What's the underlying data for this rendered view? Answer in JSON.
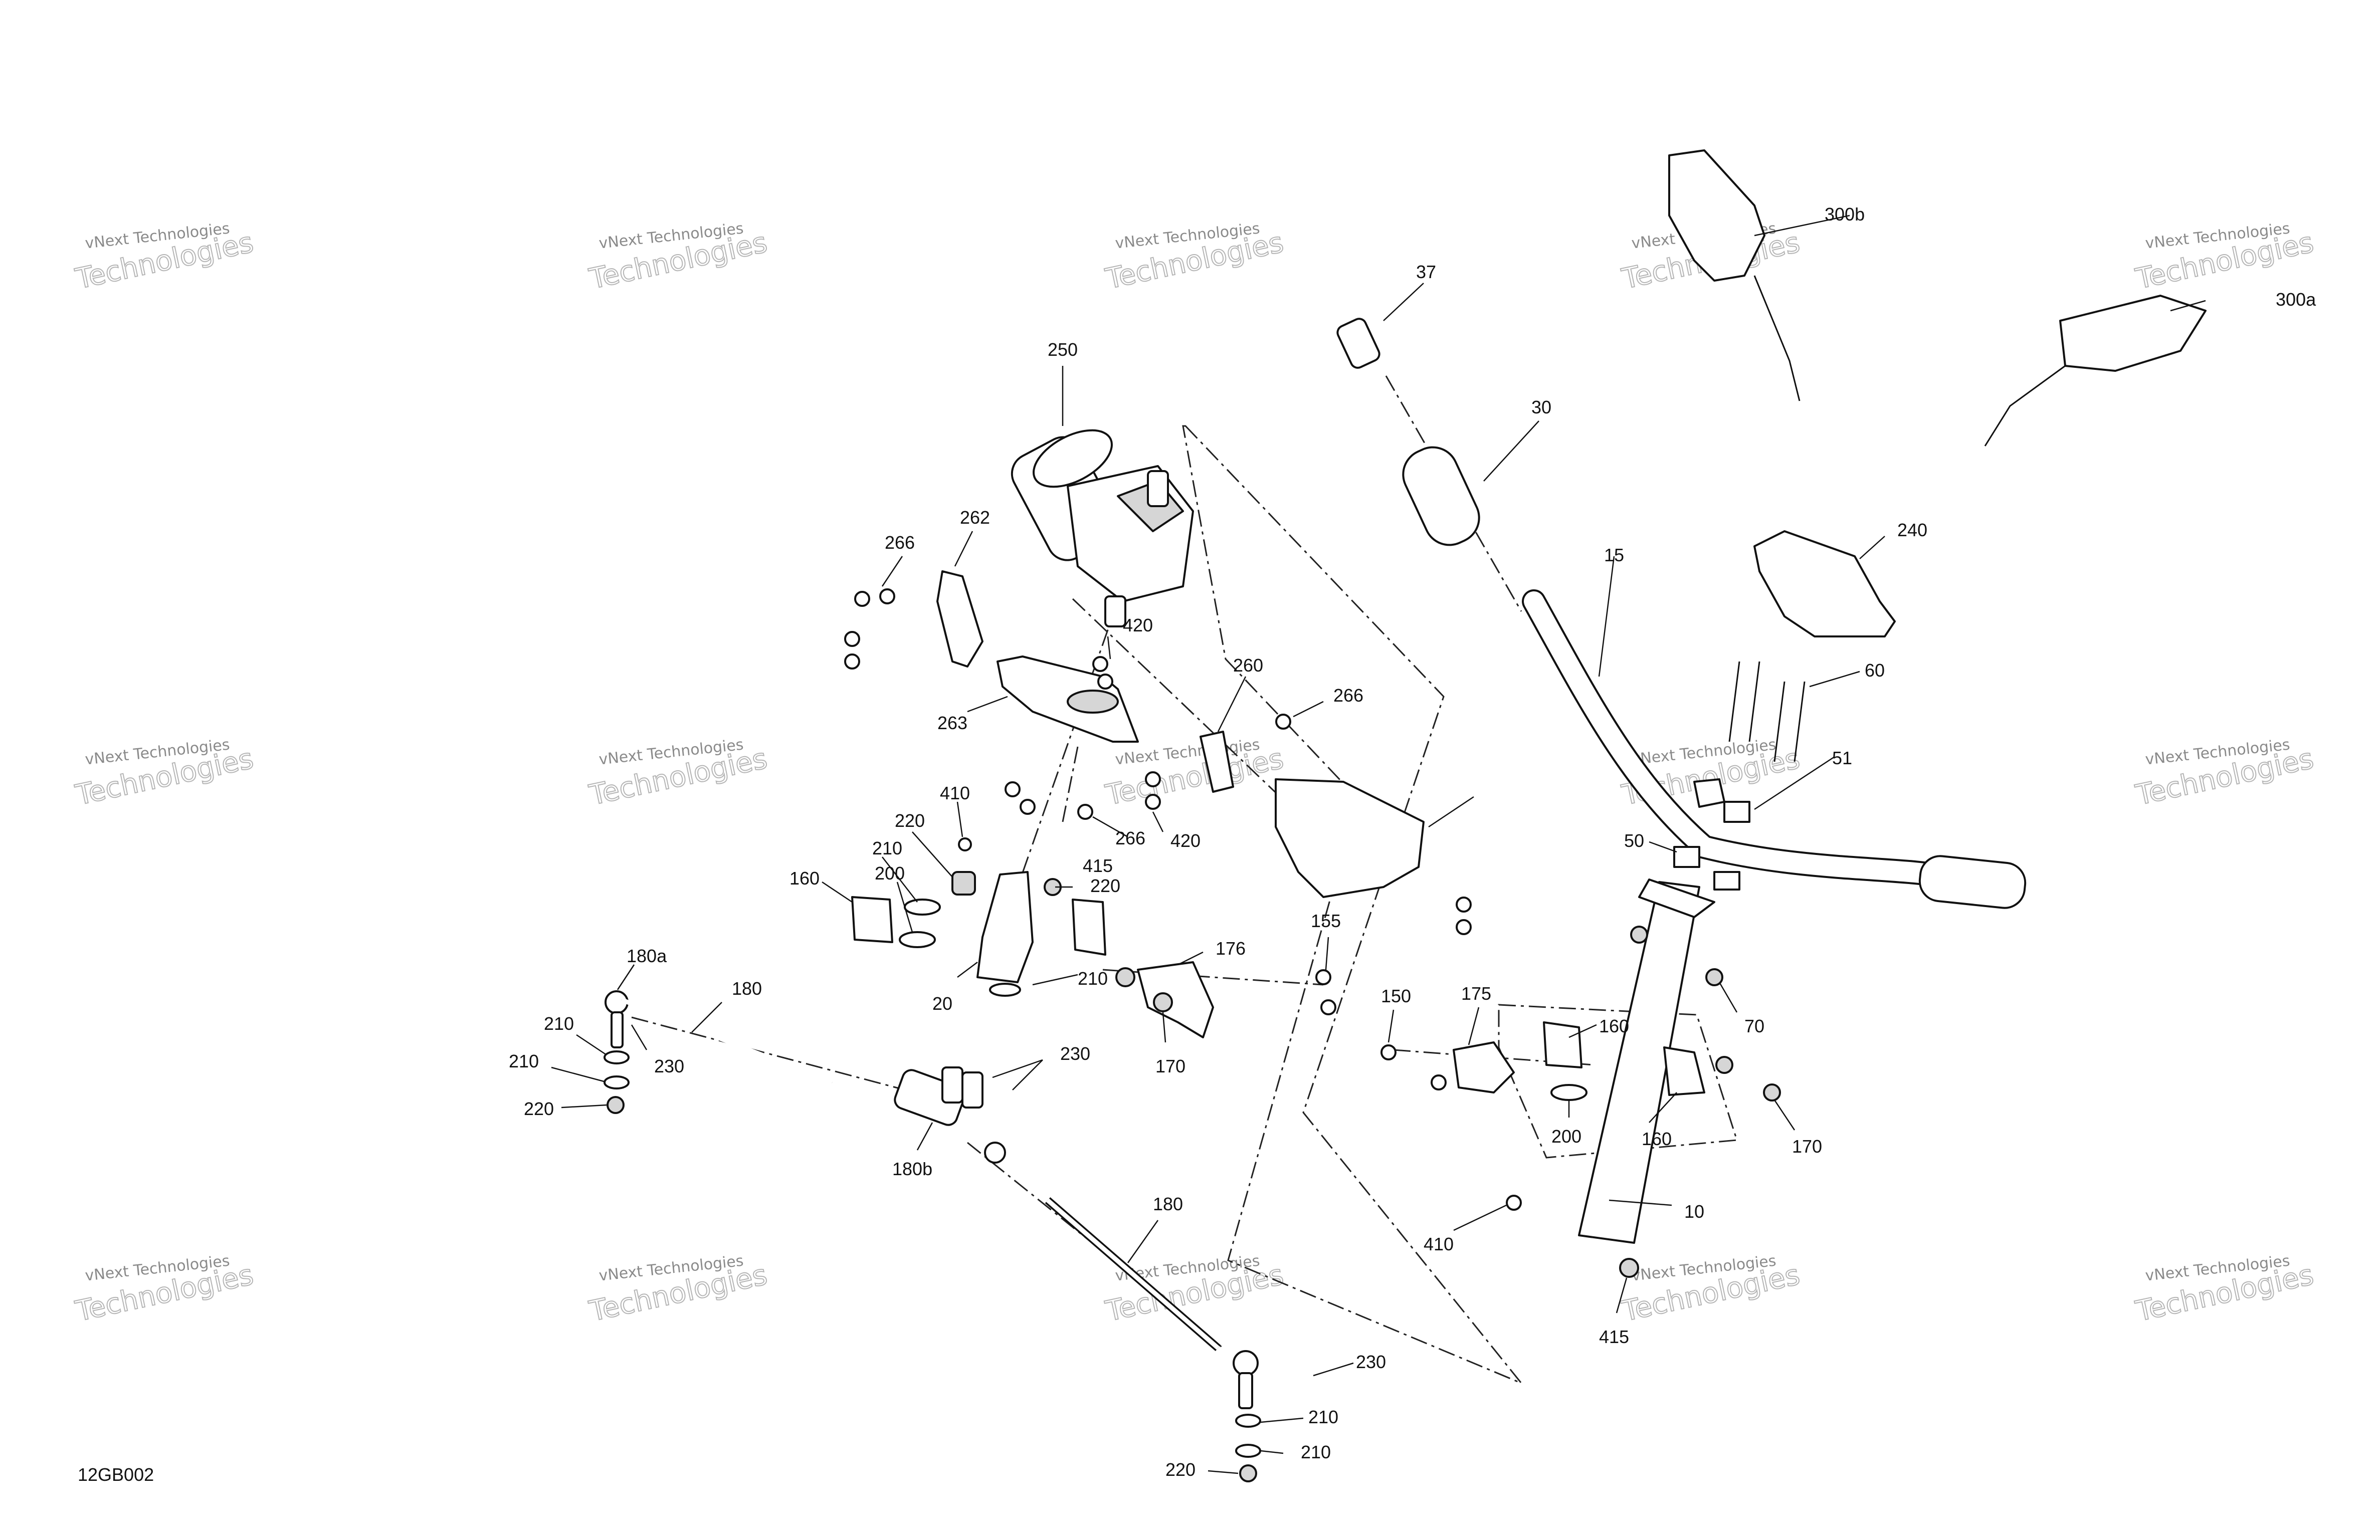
{
  "figure_code": "12GB002",
  "watermark": {
    "line1": "vNext Technologies",
    "line2": "Technologies"
  },
  "callouts": [
    "250",
    "266",
    "262",
    "420",
    "263",
    "260",
    "266",
    "420",
    "266",
    "410",
    "220",
    "415",
    "220",
    "210",
    "200",
    "160",
    "20",
    "210",
    "176",
    "155",
    "170",
    "180a",
    "180",
    "210",
    "230",
    "210",
    "220",
    "230",
    "180b",
    "180",
    "230",
    "210",
    "220",
    "210",
    "37",
    "30",
    "300b",
    "300a",
    "240",
    "15",
    "60",
    "51",
    "50",
    "70",
    "150",
    "175",
    "160",
    "200",
    "160",
    "170",
    "410",
    "10",
    "415"
  ]
}
